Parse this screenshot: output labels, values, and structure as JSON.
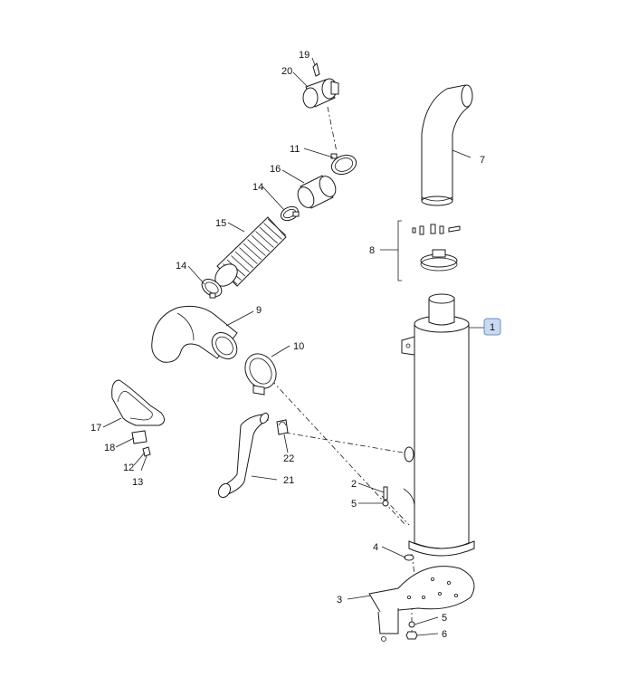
{
  "callouts": {
    "c1": "1",
    "c2": "2",
    "c3": "3",
    "c4": "4",
    "c5a": "5",
    "c5b": "5",
    "c6": "6",
    "c7": "7",
    "c8": "8",
    "c9": "9",
    "c10": "10",
    "c11": "11",
    "c12": "12",
    "c13": "13",
    "c14a": "14",
    "c14b": "14",
    "c15": "15",
    "c16": "16",
    "c17": "17",
    "c18": "18",
    "c19": "19",
    "c20": "20",
    "c21": "21",
    "c22": "22"
  },
  "colors": {
    "line": "#1a1a1a",
    "highlight_fill": "#c9d9f0",
    "highlight_stroke": "#6f8fc4"
  }
}
